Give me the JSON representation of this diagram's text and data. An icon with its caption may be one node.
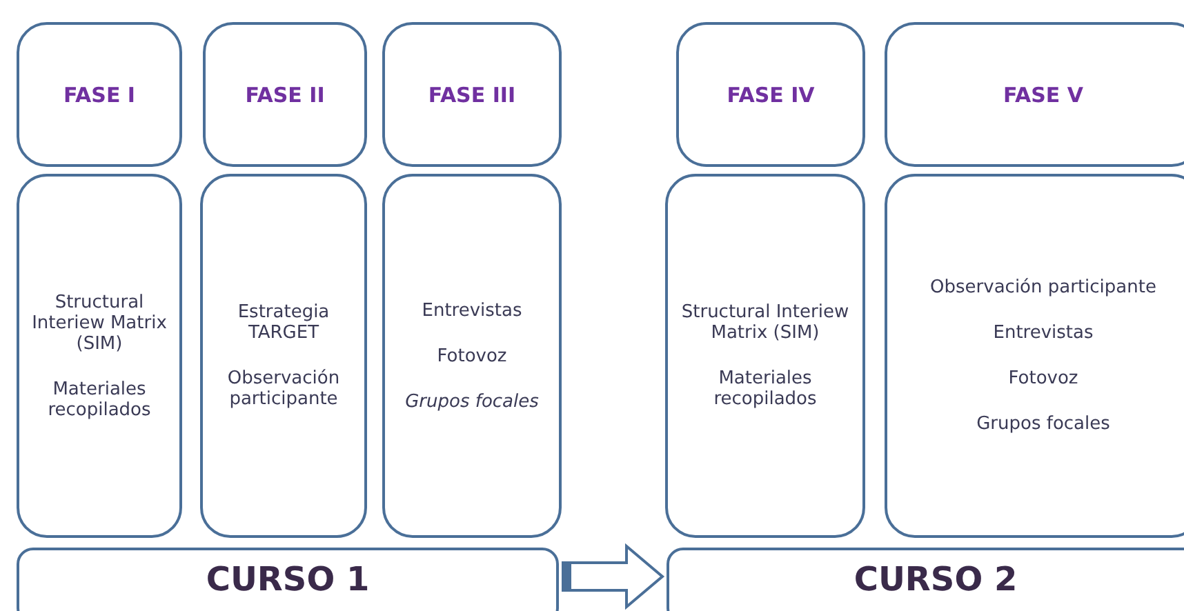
{
  "diagram": {
    "nodes": [
      {
        "text": [
          "FASE I"
        ]
      },
      {
        "text": [
          "FASE II"
        ]
      },
      {
        "text": [
          "FASE III"
        ]
      },
      {
        "text": [
          "FASE IV"
        ]
      },
      {
        "text": [
          "FASE V"
        ]
      },
      {
        "text": [
          "Structural Interiew Matrix (SIM)",
          "Materiales recopilados"
        ]
      },
      {
        "text": [
          "Estrategia TARGET",
          "Observación participante"
        ]
      },
      {
        "text": [
          "Entrevistas",
          "Fotovoz",
          "*Grupos focales*"
        ]
      },
      {
        "text": [
          "Structural Interiew Matrix (SIM)",
          "Materiales recopilados"
        ]
      },
      {
        "text": [
          "Observación participante",
          "Entrevistas",
          "Fotovoz",
          "Grupos focales"
        ]
      },
      {
        "text": [
          "CURSO 1"
        ]
      },
      {
        "text": [
          "CURSO 2"
        ]
      }
    ],
    "edges": [
      {
        "from": 10,
        "to": 11,
        "arrow": "to"
      }
    ]
  }
}
